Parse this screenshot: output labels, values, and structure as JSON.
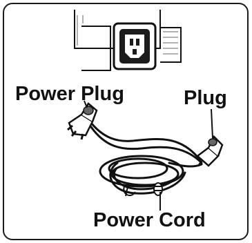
{
  "labels": {
    "power_plug": "Power Plug",
    "plug": "Plug",
    "power_cord": "Power Cord"
  },
  "icons": [
    "ac-inlet-socket-icon",
    "uk-mains-plug-icon",
    "iec-connector-icon",
    "coiled-cable-icon"
  ],
  "colors": {
    "line": "#111111",
    "background": "#ffffff",
    "hatch": "#555555"
  }
}
